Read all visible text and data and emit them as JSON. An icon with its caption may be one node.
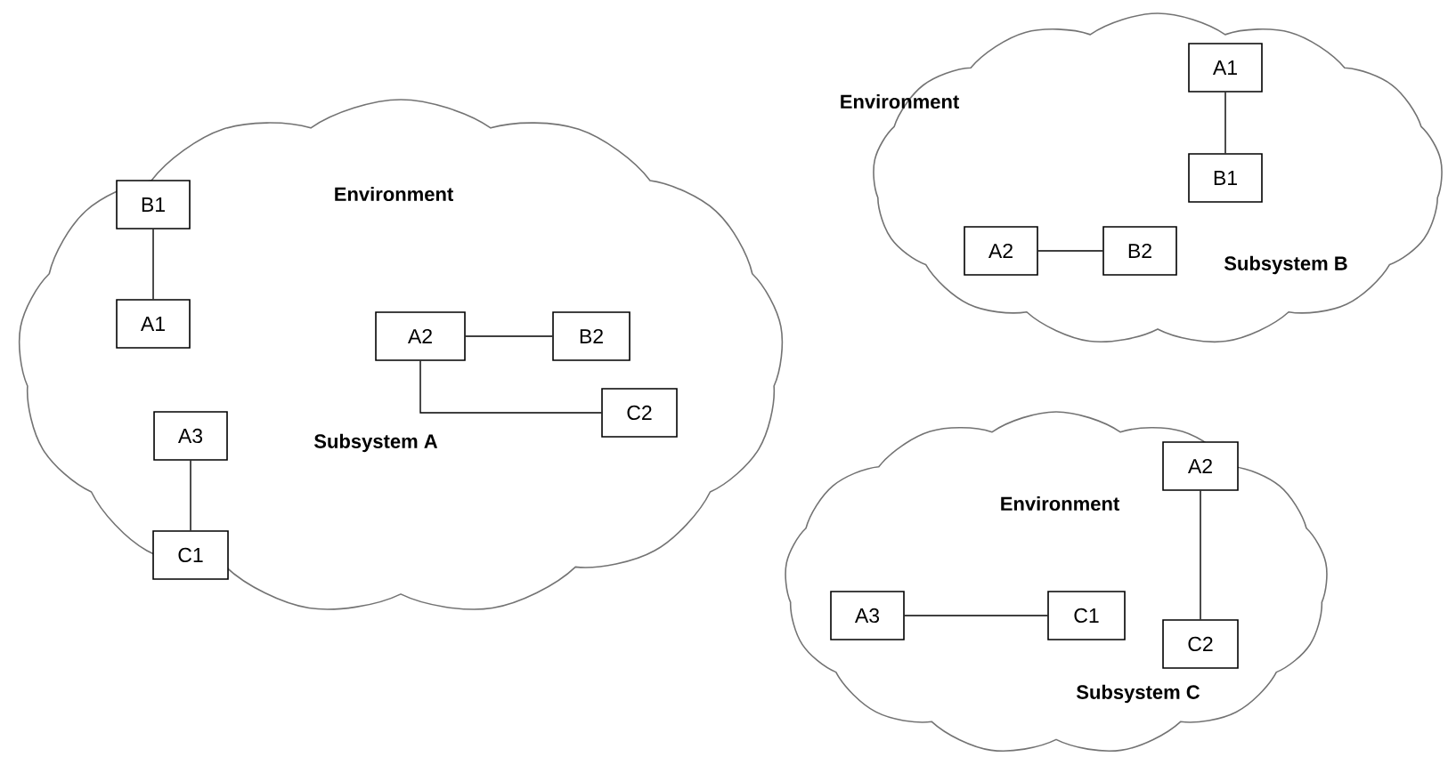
{
  "diagram": {
    "nodes": [
      {
        "text": [
          "Environment",
          "Subsystem A"
        ]
      },
      {
        "text": [
          "B1"
        ],
        "in": 0
      },
      {
        "text": [
          "A1"
        ],
        "in": 0
      },
      {
        "text": [
          "A2"
        ],
        "in": 0
      },
      {
        "text": [
          "B2"
        ],
        "in": 0
      },
      {
        "text": [
          "C2"
        ],
        "in": 0
      },
      {
        "text": [
          "A3"
        ],
        "in": 0
      },
      {
        "text": [
          "C1"
        ],
        "in": 0
      },
      {
        "text": [
          "Environment",
          "Subsystem B"
        ]
      },
      {
        "text": [
          "A1"
        ],
        "in": 8
      },
      {
        "text": [
          "B1"
        ],
        "in": 8
      },
      {
        "text": [
          "A2"
        ],
        "in": 8
      },
      {
        "text": [
          "B2"
        ],
        "in": 8
      },
      {
        "text": [
          "Environment",
          "Subsystem C"
        ]
      },
      {
        "text": [
          "A2"
        ],
        "in": 13
      },
      {
        "text": [
          "A3"
        ],
        "in": 13
      },
      {
        "text": [
          "C1"
        ],
        "in": 13
      },
      {
        "text": [
          "C2"
        ],
        "in": 13
      }
    ],
    "edges": [
      {
        "from": 1,
        "to": 2,
        "arrow": "none"
      },
      {
        "from": 3,
        "to": 4,
        "arrow": "none"
      },
      {
        "from": 3,
        "to": 5,
        "arrow": "none"
      },
      {
        "from": 6,
        "to": 7,
        "arrow": "none"
      },
      {
        "from": 9,
        "to": 10,
        "arrow": "none"
      },
      {
        "from": 11,
        "to": 12,
        "arrow": "none"
      },
      {
        "from": 15,
        "to": 16,
        "arrow": "none"
      },
      {
        "from": 14,
        "to": 17,
        "arrow": "none"
      }
    ]
  }
}
